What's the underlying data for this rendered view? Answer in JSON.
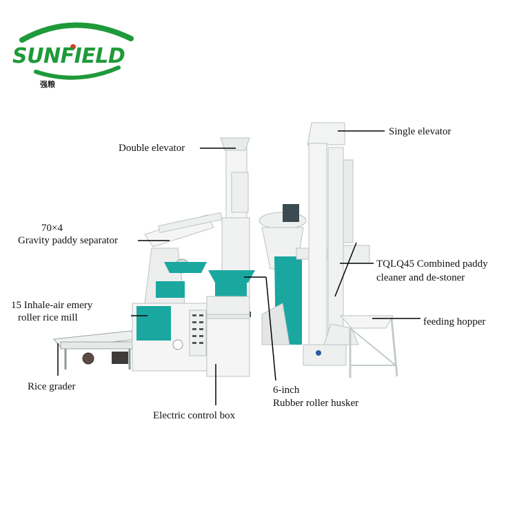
{
  "brand": {
    "name": "SUNFIELD",
    "subtitle": "强粮",
    "colors": {
      "green": "#1f9a3a",
      "dark": "#222222"
    }
  },
  "labels": {
    "double_elevator": "Double elevator",
    "single_elevator": "Single elevator",
    "gravity_line1": "70×4",
    "gravity_line2": "Gravity paddy separator",
    "tqlq_line1": "TQLQ45 Combined paddy",
    "tqlq_line2": "cleaner and de-stoner",
    "rice_mill_line1": "15 Inhale-air emery",
    "rice_mill_line2": "roller rice mill",
    "feeding_hopper": "feeding hopper",
    "rice_grader": "Rice grader",
    "husker_line1": "6-inch",
    "husker_line2": "Rubber roller husker",
    "control_box": "Electric control box"
  },
  "colors": {
    "machine_white": "#f4f5f4",
    "machine_edge": "#b9c1c4",
    "teal": "#1aa7a0",
    "line": "#000000"
  }
}
